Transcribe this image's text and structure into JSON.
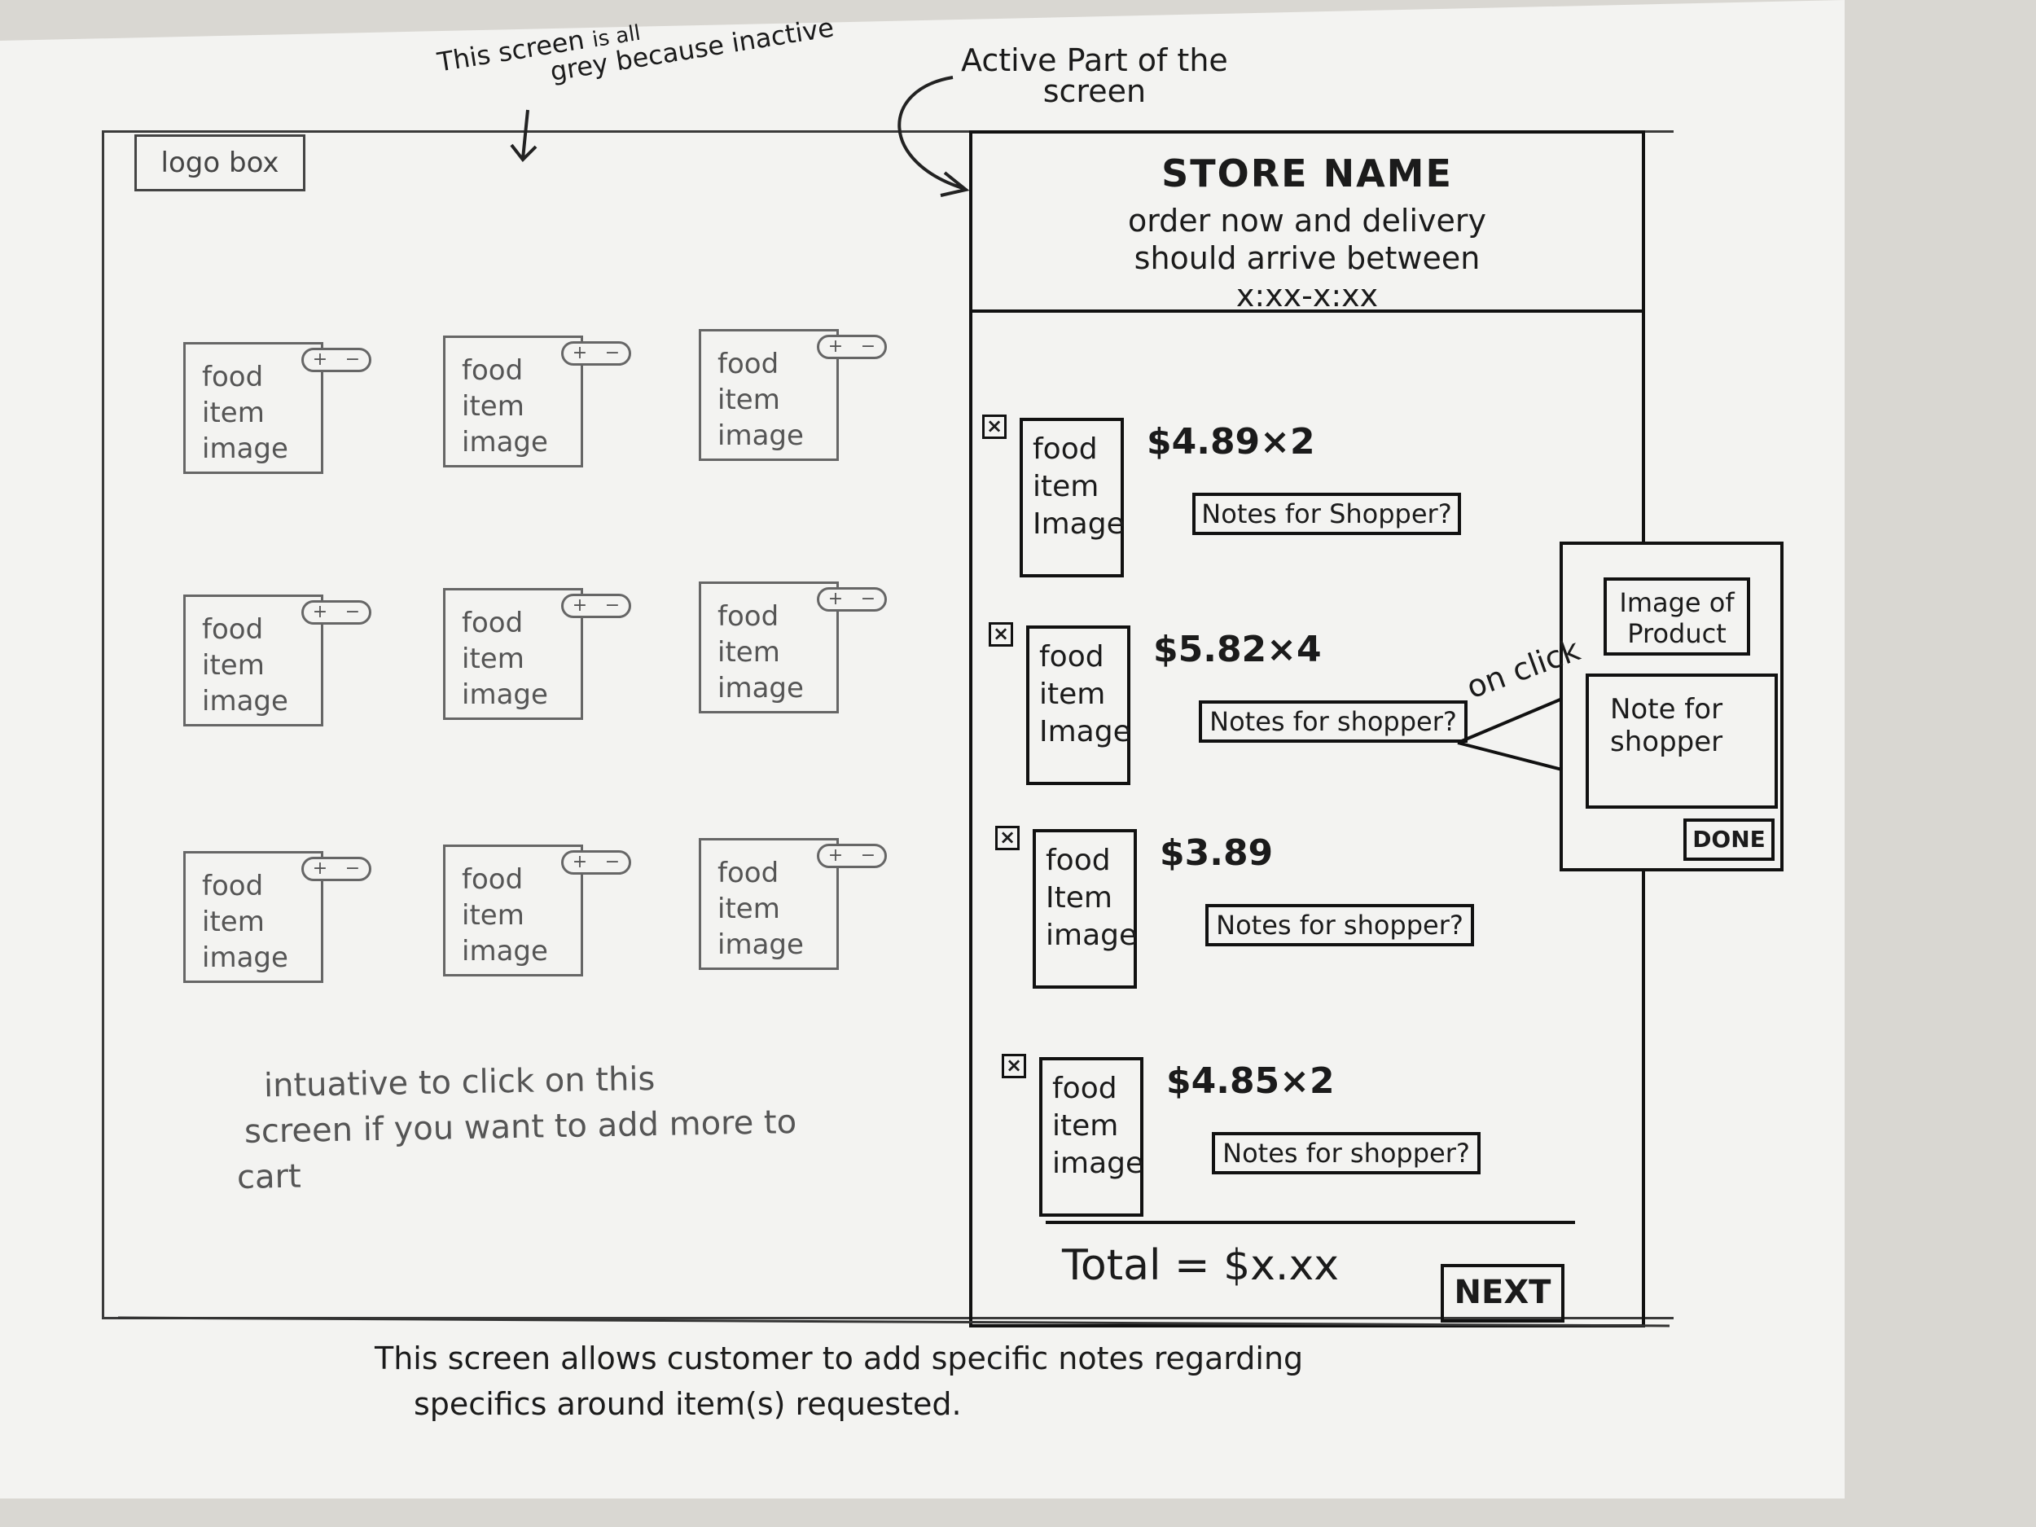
{
  "annotations": {
    "grey_note_line1": "This screen",
    "grey_note_line2": "is all",
    "grey_note_line3": "grey because",
    "grey_note_line4": "inactive",
    "active_note_line1": "Active Part of the",
    "active_note_line2": "screen",
    "intuitive_note_line1": "intuative to click on this",
    "intuitive_note_line2": "screen if you want to add more to",
    "intuitive_note_line3": "cart",
    "bottom_note_line1": "This screen allows customer to add specific notes regarding",
    "bottom_note_line2": "specifics around item(s) requested.",
    "on_click": "on click"
  },
  "background_screen": {
    "logo_label": "logo box",
    "products": [
      {
        "line1": "food",
        "line2": "item",
        "line3": "image"
      },
      {
        "line1": "food",
        "line2": "item",
        "line3": "image"
      },
      {
        "line1": "food",
        "line2": "item",
        "line3": "image"
      },
      {
        "line1": "food",
        "line2": "item",
        "line3": "image"
      },
      {
        "line1": "food",
        "line2": "item",
        "line3": "image"
      },
      {
        "line1": "food",
        "line2": "item",
        "line3": "image"
      },
      {
        "line1": "food",
        "line2": "item",
        "line3": "image"
      },
      {
        "line1": "food",
        "line2": "item",
        "line3": "image"
      },
      {
        "line1": "food",
        "line2": "item",
        "line3": "image"
      }
    ],
    "stepper": {
      "plus": "+",
      "minus": "−"
    }
  },
  "cart": {
    "store_name": "STORE NAME",
    "delivery_line1": "order now and delivery",
    "delivery_line2": "should arrive between",
    "delivery_line3": "x:xx-x:xx",
    "remove_glyph": "×",
    "items": [
      {
        "image_line1": "food",
        "image_line2": "item",
        "image_line3": "Image",
        "price": "$4.89×2",
        "notes_label": "Notes for Shopper?"
      },
      {
        "image_line1": "food",
        "image_line2": "item",
        "image_line3": "Image",
        "price": "$5.82×4",
        "notes_label": "Notes for shopper?"
      },
      {
        "image_line1": "food",
        "image_line2": "Item",
        "image_line3": "image",
        "price": "$3.89",
        "notes_label": "Notes for shopper?"
      },
      {
        "image_line1": "food",
        "image_line2": "item",
        "image_line3": "image",
        "price": "$4.85×2",
        "notes_label": "Notes for shopper?"
      }
    ],
    "total": "Total = $x.xx",
    "next_label": "NEXT"
  },
  "popover": {
    "image_line1": "Image of",
    "image_line2": "Product",
    "note_line1": "Note for",
    "note_line2": "shopper",
    "done_label": "DONE"
  }
}
